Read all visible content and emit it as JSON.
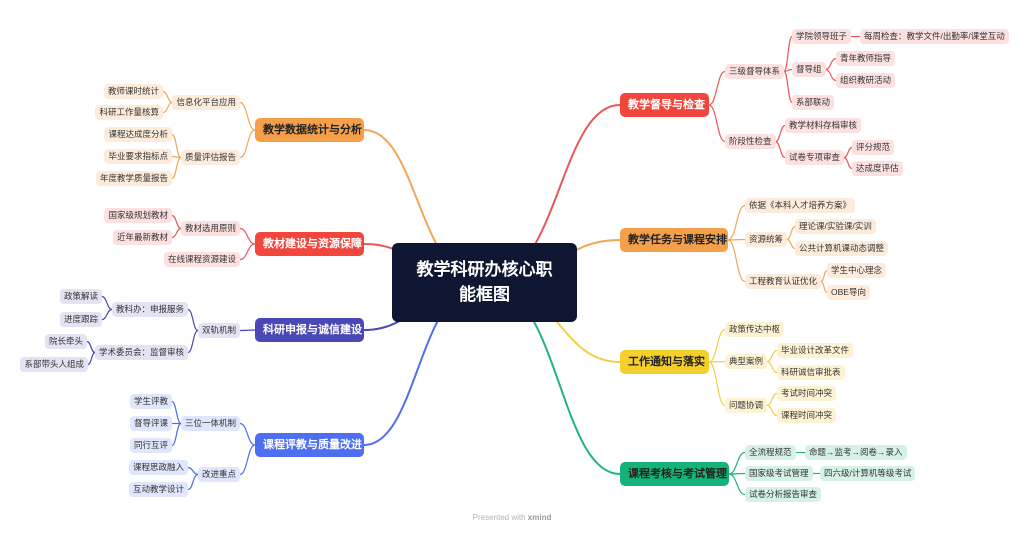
{
  "center": "教学科研办核心职能框图",
  "footer": {
    "prefix": "Presented with",
    "brand": "xmind"
  },
  "colors": [
    "#e9575a",
    "#f3a55a",
    "#f2cf45",
    "#22b47c",
    "#f3a55a",
    "#e9575a",
    "#4a47b6",
    "#4d6ff0"
  ],
  "branches": [
    {
      "label": "教学督导与检查",
      "items": [
        {
          "label": "三级督导体系",
          "items": [
            {
              "label": "学院领导班子",
              "items": [
                {
                  "label": "每周检查：教学文件/出勤率/课堂互动"
                }
              ]
            },
            {
              "label": "督导组",
              "items": [
                {
                  "label": "青年教师指导"
                },
                {
                  "label": "组织教研活动"
                }
              ]
            },
            {
              "label": "系部联动"
            }
          ]
        },
        {
          "label": "阶段性检查",
          "items": [
            {
              "label": "教学材料存档审核"
            },
            {
              "label": "试卷专项审查",
              "items": [
                {
                  "label": "评分规范"
                },
                {
                  "label": "达成度评估"
                }
              ]
            }
          ]
        }
      ]
    },
    {
      "label": "教学任务与课程安排",
      "items": [
        {
          "label": "依据《本科人才培养方案》"
        },
        {
          "label": "资源统筹",
          "items": [
            {
              "label": "理论课/实验课/实训"
            },
            {
              "label": "公共计算机课动态调整"
            }
          ]
        },
        {
          "label": "工程教育认证优化",
          "items": [
            {
              "label": "学生中心理念"
            },
            {
              "label": "OBE导向"
            }
          ]
        }
      ]
    },
    {
      "label": "工作通知与落实",
      "items": [
        {
          "label": "政策传达中枢"
        },
        {
          "label": "典型案例",
          "items": [
            {
              "label": "毕业设计改革文件"
            },
            {
              "label": "科研诚信审批表"
            }
          ]
        },
        {
          "label": "问题协调",
          "items": [
            {
              "label": "考试时间冲突"
            },
            {
              "label": "课程时间冲突"
            }
          ]
        }
      ]
    },
    {
      "label": "课程考核与考试管理",
      "items": [
        {
          "label": "全流程规范",
          "items": [
            {
              "label": "命题→监考→阅卷→录入"
            }
          ]
        },
        {
          "label": "国家级考试管理",
          "items": [
            {
              "label": "四六级/计算机等级考试"
            }
          ]
        },
        {
          "label": "试卷分析报告审查"
        }
      ]
    },
    {
      "label": "教学数据统计与分析",
      "items": [
        {
          "label": "信息化平台应用",
          "items": [
            {
              "label": "教师课时统计"
            },
            {
              "label": "科研工作量核算"
            }
          ]
        },
        {
          "label": "质量评估报告",
          "items": [
            {
              "label": "课程达成度分析"
            },
            {
              "label": "毕业要求指标点"
            },
            {
              "label": "年度教学质量报告"
            }
          ]
        }
      ]
    },
    {
      "label": "教材建设与资源保障",
      "items": [
        {
          "label": "教材选用原则",
          "items": [
            {
              "label": "国家级规划教材"
            },
            {
              "label": "近年最新教材"
            }
          ]
        },
        {
          "label": "在线课程资源建设"
        }
      ]
    },
    {
      "label": "科研申报与诚信建设",
      "items": [
        {
          "label": "双轨机制",
          "items": [
            {
              "label": "教科办：申报服务",
              "items": [
                {
                  "label": "政策解读"
                },
                {
                  "label": "进度跟踪"
                }
              ]
            },
            {
              "label": "学术委员会：监督审核",
              "items": [
                {
                  "label": "院长牵头"
                },
                {
                  "label": "系部带头人组成"
                }
              ]
            }
          ]
        }
      ]
    },
    {
      "label": "课程评教与质量改进",
      "items": [
        {
          "label": "三位一体机制",
          "items": [
            {
              "label": "学生评教"
            },
            {
              "label": "督导评课"
            },
            {
              "label": "同行互评"
            }
          ]
        },
        {
          "label": "改进重点",
          "items": [
            {
              "label": "课程思政融入"
            },
            {
              "label": "互动教学设计"
            }
          ]
        }
      ]
    }
  ]
}
